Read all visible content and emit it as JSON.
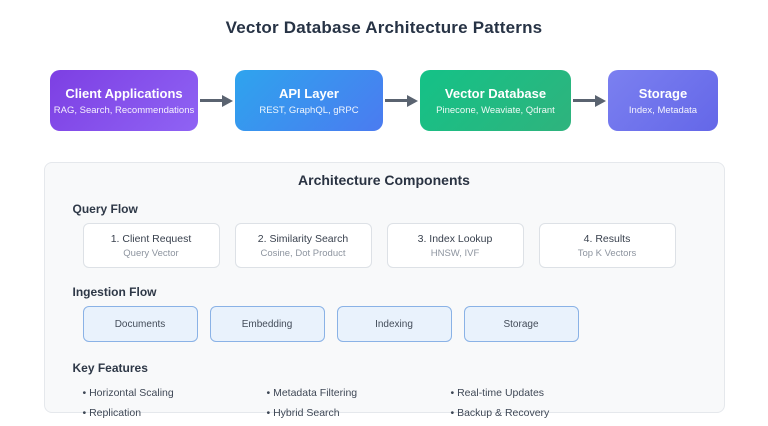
{
  "page": {
    "title": "Vector Database Architecture Patterns"
  },
  "flow": {
    "arrow_color": "#5a6370",
    "nodes": [
      {
        "title": "Client Applications",
        "subtitle": "RAG, Search, Recommendations",
        "gradient_start": "#7d3fe3",
        "gradient_end": "#8f63f4"
      },
      {
        "title": "API Layer",
        "subtitle": "REST, GraphQL, gRPC",
        "gradient_start": "#2ea4ee",
        "gradient_end": "#4b7bf0"
      },
      {
        "title": "Vector Database",
        "subtitle": "Pinecone, Weaviate, Qdrant",
        "gradient_start": "#14c287",
        "gradient_end": "#2fb37d"
      },
      {
        "title": "Storage",
        "subtitle": "Index, Metadata",
        "gradient_start": "#7b80f0",
        "gradient_end": "#6467e8"
      }
    ]
  },
  "components": {
    "title": "Architecture Components",
    "query_flow": {
      "label": "Query Flow",
      "steps": [
        {
          "title": "1. Client Request",
          "subtitle": "Query Vector"
        },
        {
          "title": "2. Similarity Search",
          "subtitle": "Cosine, Dot Product"
        },
        {
          "title": "3. Index Lookup",
          "subtitle": "HNSW, IVF"
        },
        {
          "title": "4. Results",
          "subtitle": "Top K Vectors"
        }
      ]
    },
    "ingestion_flow": {
      "label": "Ingestion Flow",
      "stages": [
        {
          "title": "Documents"
        },
        {
          "title": "Embedding"
        },
        {
          "title": "Indexing"
        },
        {
          "title": "Storage"
        }
      ]
    },
    "key_features": {
      "label": "Key Features",
      "bullet": "•",
      "columns": [
        {
          "items": [
            "Horizontal Scaling",
            "Replication"
          ]
        },
        {
          "items": [
            "Metadata Filtering",
            "Hybrid Search"
          ]
        },
        {
          "items": [
            "Real-time Updates",
            "Backup & Recovery"
          ]
        }
      ]
    }
  }
}
